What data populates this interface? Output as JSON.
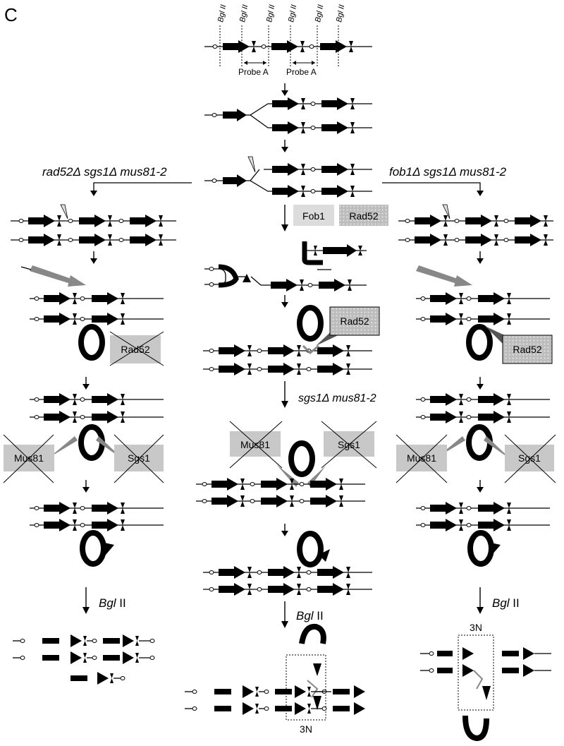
{
  "panel_label": "C",
  "top_map": {
    "sites": [
      "Bgl II",
      "Bgl II",
      "Bgl II",
      "Bgl II",
      "Bgl II",
      "Bgl II"
    ],
    "probes": [
      "Probe A",
      "Probe A"
    ]
  },
  "genotypes": {
    "left": "rad52Δ sgs1Δ mus81-2",
    "right": "fob1Δ sgs1Δ mus81-2",
    "center": "sgs1Δ mus81-2"
  },
  "proteins": {
    "fob1": "Fob1",
    "rad52": "Rad52",
    "mus81": "Mus81",
    "sgs1": "Sgs1"
  },
  "digest": {
    "left": {
      "italic": "Bgl",
      "rest": " II"
    },
    "center": {
      "italic": "Bgl",
      "rest": " II"
    },
    "right": {
      "italic": "Bgl",
      "rest": " II"
    }
  },
  "ploidy_labels": {
    "center": "3N",
    "right": "3N"
  },
  "colors": {
    "black": "#000000",
    "grey_box": "#c8c8c8",
    "dotted_box": "#b5b5b5"
  }
}
